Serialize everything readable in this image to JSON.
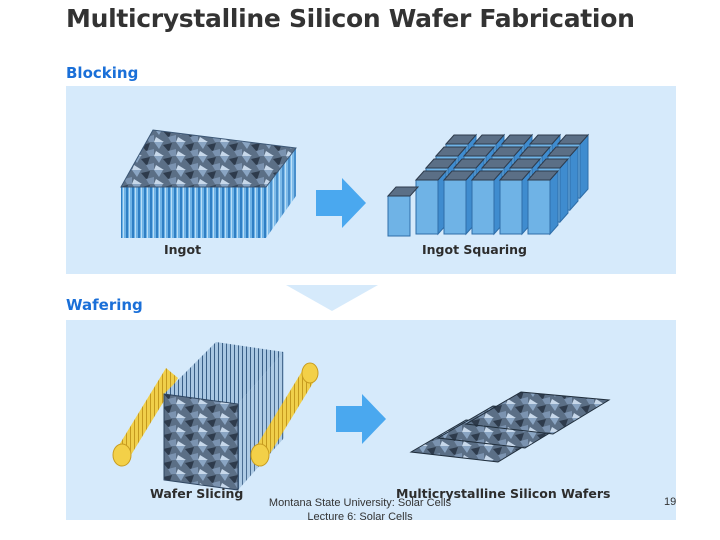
{
  "slide": {
    "title": "Multicrystalline Silicon Wafer Fabrication",
    "sections": {
      "blocking": {
        "label": "Blocking",
        "captions": [
          "Ingot",
          "Ingot Squaring"
        ]
      },
      "wafering": {
        "label": "Wafering",
        "captions": [
          "Wafer Slicing",
          "Multicrystalline Silicon Wafers"
        ]
      }
    },
    "footer": {
      "line1": "Montana State University: Solar Cells",
      "line2": "Lecture 6: Solar Cells",
      "page": "19"
    }
  },
  "colors": {
    "panel": "#d6eafb",
    "arrow": "#4aa8ef",
    "title": "#333333",
    "section_label": "#1a6fd8",
    "roller": "#f3d048"
  }
}
